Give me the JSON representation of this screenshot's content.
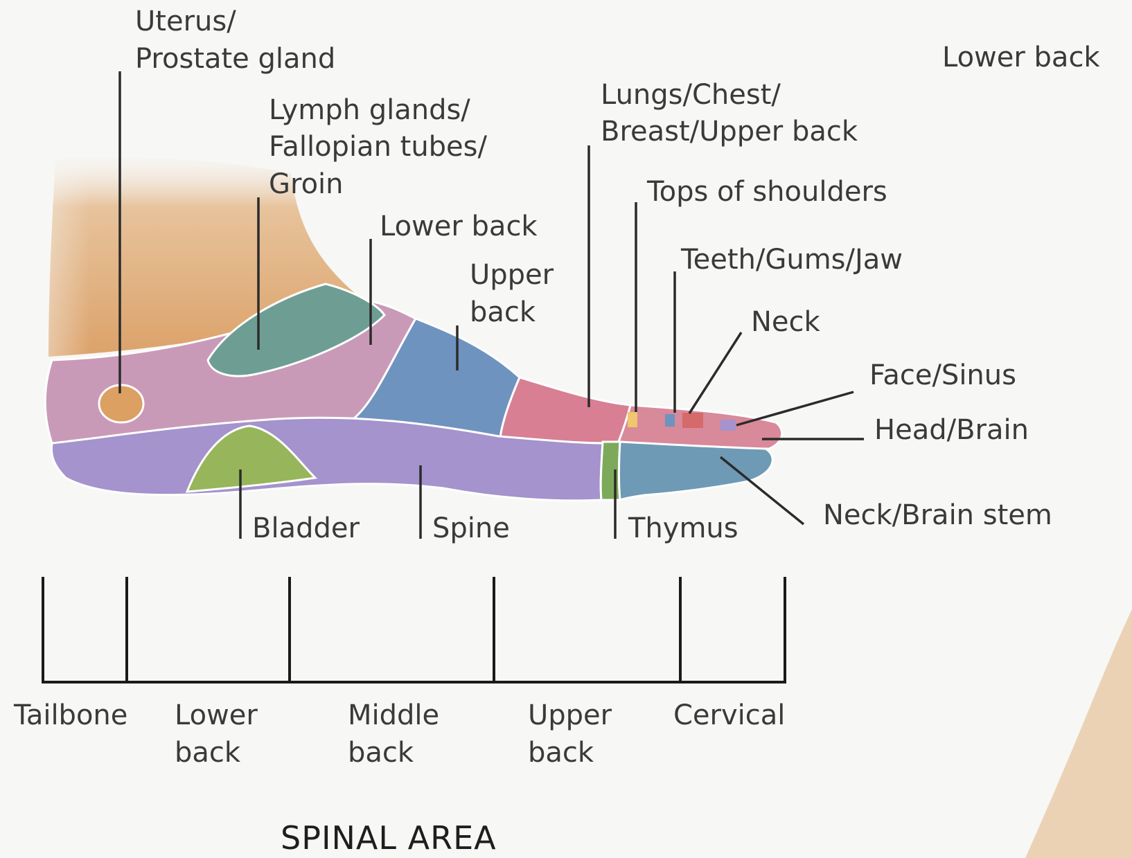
{
  "labels": {
    "uterus_l1": "Uterus/",
    "uterus_l2": "Prostate gland",
    "lymph_l1": "Lymph glands/",
    "lymph_l2": "Fallopian tubes/",
    "lymph_l3": "Groin",
    "lower_back": "Lower back",
    "upper_back_l1": "Upper",
    "upper_back_l2": "back",
    "lungs_l1": "Lungs/Chest/",
    "lungs_l2": "Breast/Upper back",
    "shoulders": "Tops of shoulders",
    "teeth": "Teeth/Gums/Jaw",
    "neck": "Neck",
    "face": "Face/Sinus",
    "head": "Head/Brain",
    "neck_brain_stem": "Neck/Brain stem",
    "thymus": "Thymus",
    "spine": "Spine",
    "bladder": "Bladder",
    "lower_back_corner": "Lower back"
  },
  "spinal_area": {
    "title": "SPINAL AREA",
    "sections": [
      {
        "line1": "Tailbone",
        "line2": ""
      },
      {
        "line1": "Lower",
        "line2": "back"
      },
      {
        "line1": "Middle",
        "line2": "back"
      },
      {
        "line1": "Upper",
        "line2": "back"
      },
      {
        "line1": "Cervical",
        "line2": ""
      }
    ]
  },
  "colors": {
    "background": "#f7f7f5",
    "skin": "#e0a871",
    "heel_pink": "#c99ab8",
    "teal": "#6e9e93",
    "blue": "#6f93bf",
    "red_pink": "#d87f93",
    "purple": "#a493cc",
    "green": "#97b55a",
    "orange": "#dca062",
    "text": "#3a3a3a"
  }
}
